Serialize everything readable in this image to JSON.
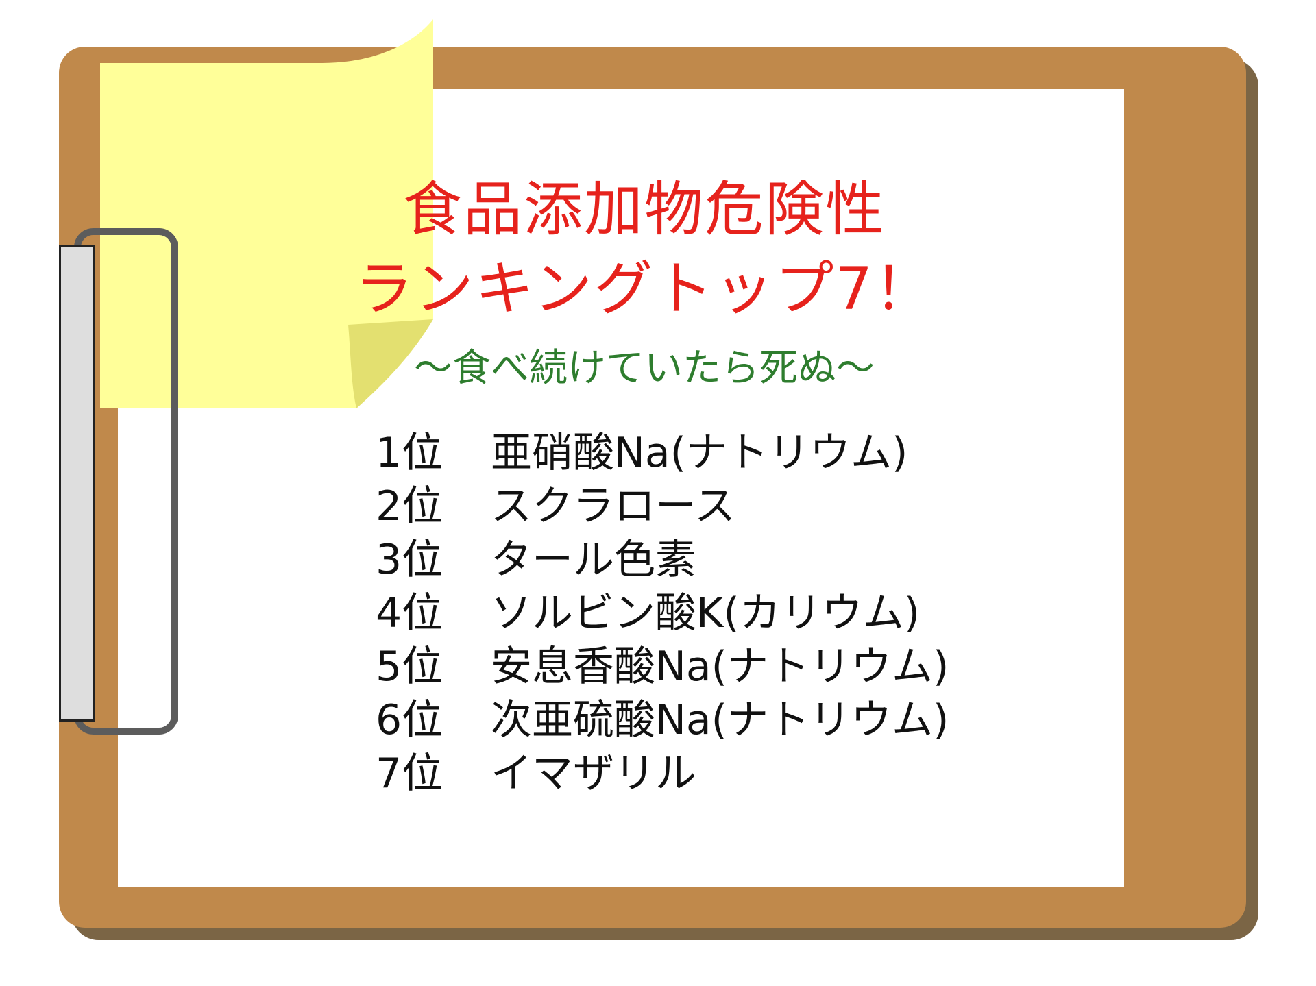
{
  "title": {
    "line1": "食品添加物危険性",
    "line2": "ランキングトップ7！"
  },
  "subtitle": "～食べ続けていたら死ぬ～",
  "ranking": [
    {
      "pos": "1位",
      "name": "亜硝酸Na(ナトリウム)"
    },
    {
      "pos": "2位",
      "name": "スクラロース"
    },
    {
      "pos": "3位",
      "name": "タール色素"
    },
    {
      "pos": "4位",
      "name": "ソルビン酸K(カリウム)"
    },
    {
      "pos": "5位",
      "name": "安息香酸Na(ナトリウム)"
    },
    {
      "pos": "6位",
      "name": "次亜硫酸Na(ナトリウム)"
    },
    {
      "pos": "7位",
      "name": "イマザリル"
    }
  ],
  "colors": {
    "board": "#c0894b",
    "board_shadow": "#7b6545",
    "sticky_note": "#ffff99",
    "sticky_fold": "#e3e070",
    "title": "#e6221c",
    "subtitle": "#2e7d2e",
    "text": "#111111"
  }
}
